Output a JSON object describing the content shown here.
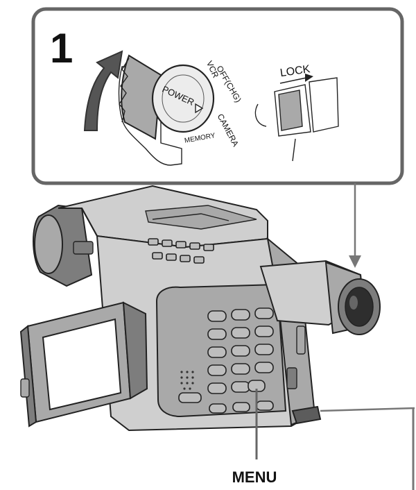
{
  "step": {
    "number": "1"
  },
  "dial": {
    "power_label": "POWER",
    "modes": [
      "OFF(CHG)",
      "VCR",
      "CAMERA",
      "MEMORY"
    ],
    "lock_label": "LOCK"
  },
  "callout": {
    "menu_label": "MENU"
  }
}
